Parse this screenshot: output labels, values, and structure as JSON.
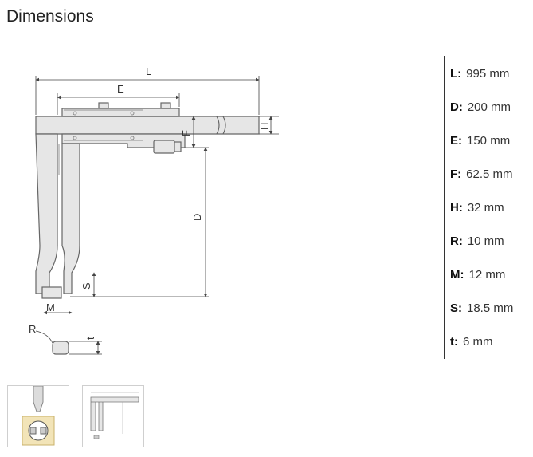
{
  "page": {
    "title": "Dimensions"
  },
  "diagram": {
    "labels": {
      "L": "L",
      "E": "E",
      "F": "F",
      "H": "H",
      "D": "D",
      "S": "S",
      "M": "M",
      "R": "R",
      "t": "t"
    }
  },
  "specs": [
    {
      "key": "L:",
      "value": "995 mm"
    },
    {
      "key": "D:",
      "value": "200 mm"
    },
    {
      "key": "E:",
      "value": "150 mm"
    },
    {
      "key": "F:",
      "value": "62.5 mm"
    },
    {
      "key": "H:",
      "value": "32 mm"
    },
    {
      "key": "R:",
      "value": "10 mm"
    },
    {
      "key": "M:",
      "value": "12 mm"
    },
    {
      "key": "S:",
      "value": "18.5 mm"
    },
    {
      "key": "t:",
      "value": "6 mm"
    }
  ],
  "colors": {
    "metal": "#e6e6e6",
    "outline": "#666666",
    "dim_line": "#444444",
    "divider": "#333333"
  }
}
